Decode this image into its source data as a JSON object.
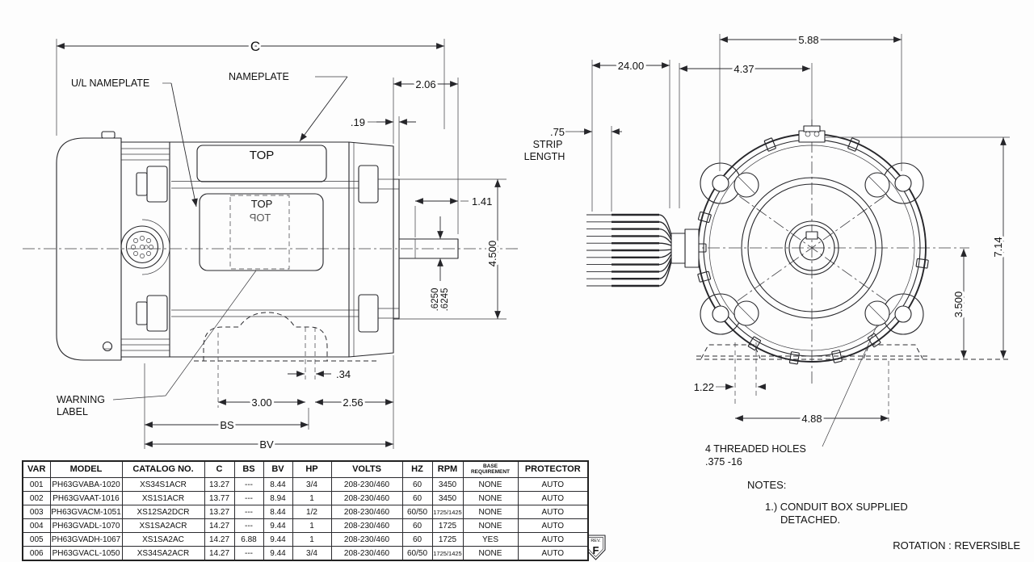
{
  "side_view": {
    "callouts": {
      "ul_nameplate": "U/L NAMEPLATE",
      "nameplate": "NAMEPLATE",
      "warning1": "WARNING",
      "warning2": "LABEL"
    },
    "body_text": {
      "top_band": "TOP",
      "sticker_top": "TOP",
      "sticker_top_mirrored": "TOP"
    },
    "dims": {
      "overall": "C",
      "shaft_to_flange": "2.06",
      "flange_offset": ".19",
      "shaft_length": "1.41",
      "pilot_dia": "4.500",
      "shaft_dia_hi": ".6250",
      "shaft_dia_lo": ".6245",
      "foot_slot": ".34",
      "foot_pitch": "3.00",
      "flange_overhang": "2.56",
      "bs": "BS",
      "bv": "BV"
    }
  },
  "front_view": {
    "callouts": {
      "strip_dim": ".75",
      "strip1": "STRIP",
      "strip2": "LENGTH",
      "holes1": "4 THREADED HOLES",
      "holes2": ".375 -16"
    },
    "dims": {
      "lead_length": "24.00",
      "bolt_span": "5.88",
      "center_offset": "4.37",
      "height_overall": "7.14",
      "height_center": "3.500",
      "foot_offset": "1.22",
      "foot_span": "4.88"
    }
  },
  "notes": {
    "heading": "NOTES:",
    "note1_line1": "1.) CONDUIT BOX SUPPLIED",
    "note1_line2": "DETACHED.",
    "rotation": "ROTATION : REVERSIBLE"
  },
  "rev_badge": {
    "label": "REV.",
    "value": "F"
  },
  "table": {
    "headers": [
      "VAR",
      "MODEL",
      "CATALOG NO.",
      "C",
      "BS",
      "BV",
      "HP",
      "VOLTS",
      "HZ",
      "RPM",
      "BASE\nREQUIREMENT",
      "PROTECTOR"
    ],
    "rows": [
      [
        "001",
        "PH63GVABA-1020",
        "XS34S1ACR",
        "13.27",
        "---",
        "8.44",
        "3/4",
        "208-230/460",
        "60",
        "3450",
        "NONE",
        "AUTO"
      ],
      [
        "002",
        "PH63GVAAT-1016",
        "XS1S1ACR",
        "13.77",
        "---",
        "8.94",
        "1",
        "208-230/460",
        "60",
        "3450",
        "NONE",
        "AUTO"
      ],
      [
        "003",
        "PH63GVACM-1051",
        "XS12SA2DCR",
        "13.27",
        "---",
        "8.44",
        "1/2",
        "208-230/460",
        "60/50",
        "1725/1425",
        "NONE",
        "AUTO"
      ],
      [
        "004",
        "PH63GVADL-1070",
        "XS1SA2ACR",
        "14.27",
        "---",
        "9.44",
        "1",
        "208-230/460",
        "60",
        "1725",
        "NONE",
        "AUTO"
      ],
      [
        "005",
        "PH63GVADH-1067",
        "XS1SA2AC",
        "14.27",
        "6.88",
        "9.44",
        "1",
        "208-230/460",
        "60",
        "1725",
        "YES",
        "AUTO"
      ],
      [
        "006",
        "PH63GVACL-1050",
        "XS34SA2ACR",
        "14.27",
        "---",
        "9.44",
        "3/4",
        "208-230/460",
        "60/50",
        "1725/1425",
        "NONE",
        "AUTO"
      ]
    ]
  }
}
